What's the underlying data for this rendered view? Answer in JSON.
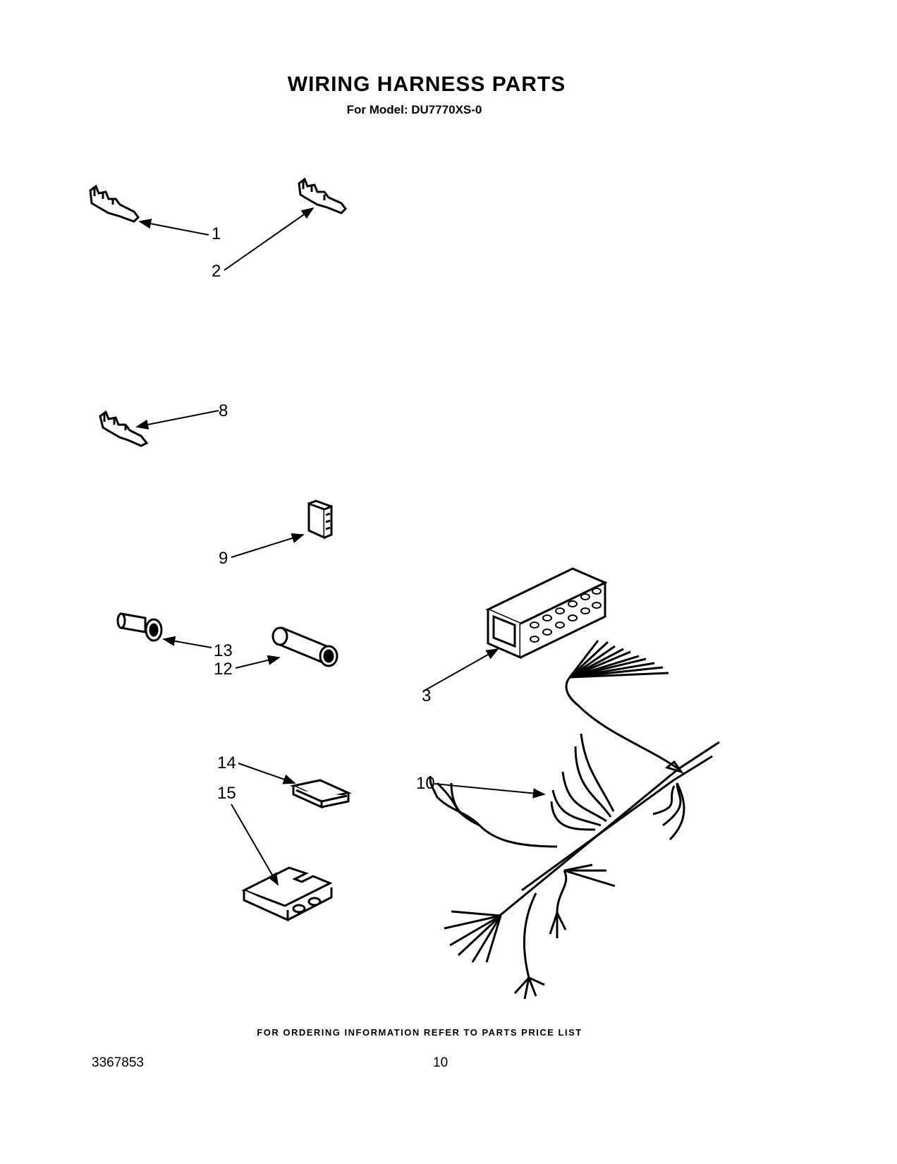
{
  "header": {
    "title": "WIRING HARNESS PARTS",
    "model_line": "For Model: DU7770XS-0"
  },
  "diagram": {
    "callouts": [
      "1",
      "2",
      "8",
      "9",
      "13",
      "12",
      "3",
      "14",
      "15",
      "10"
    ],
    "parts_icons": {
      "1": "terminal-icon",
      "2": "terminal-icon",
      "8": "terminal-icon",
      "9": "connector-block-icon",
      "13": "plug-sleeve-icon",
      "12": "tube-sleeve-icon",
      "3": "multi-pin-connector-icon",
      "14": "clip-icon",
      "15": "housing-icon",
      "10": "wire-harness-icon"
    }
  },
  "footer": {
    "ordering_note": "FOR ORDERING INFORMATION REFER TO PARTS PRICE LIST",
    "doc_number": "3367853",
    "page_number": "10"
  }
}
